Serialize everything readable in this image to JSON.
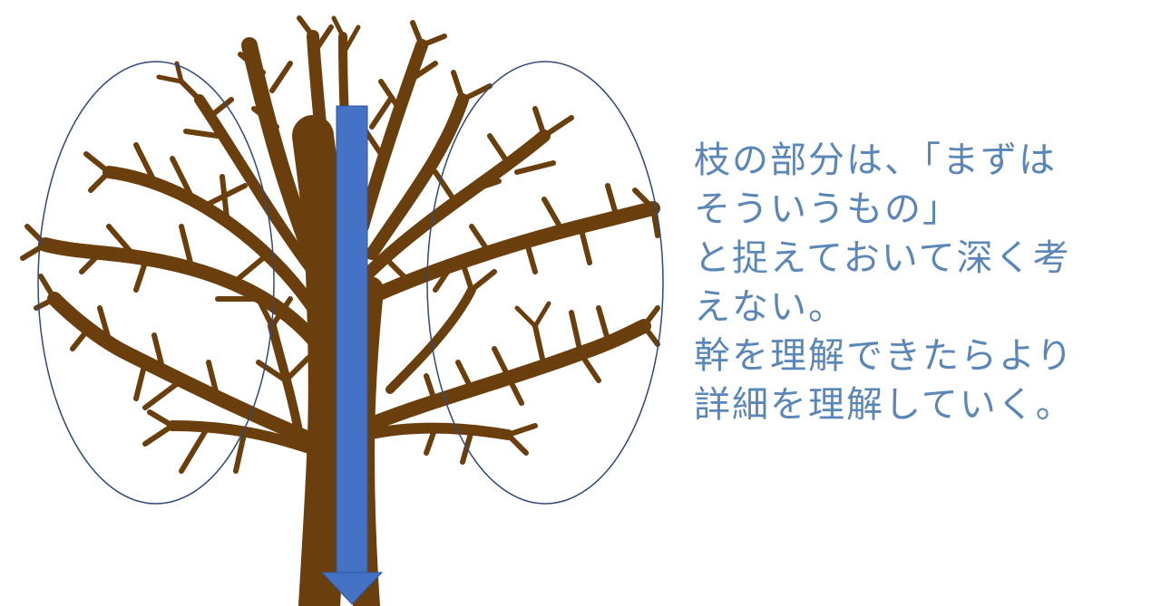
{
  "diagram": {
    "colors": {
      "branch": "#6b3f0d",
      "arrow": "#4472c4",
      "arrow_outline": "#2f5597",
      "ellipse_stroke": "#2e4a7a",
      "text": "#5b86b8",
      "background": "#ffffff"
    },
    "caption_lines": [
      "枝の部分は、「まずは",
      "そういうもの」",
      "と捉えておいて深く考",
      "えない。",
      "幹を理解できたらより",
      "詳細を理解していく。"
    ]
  }
}
